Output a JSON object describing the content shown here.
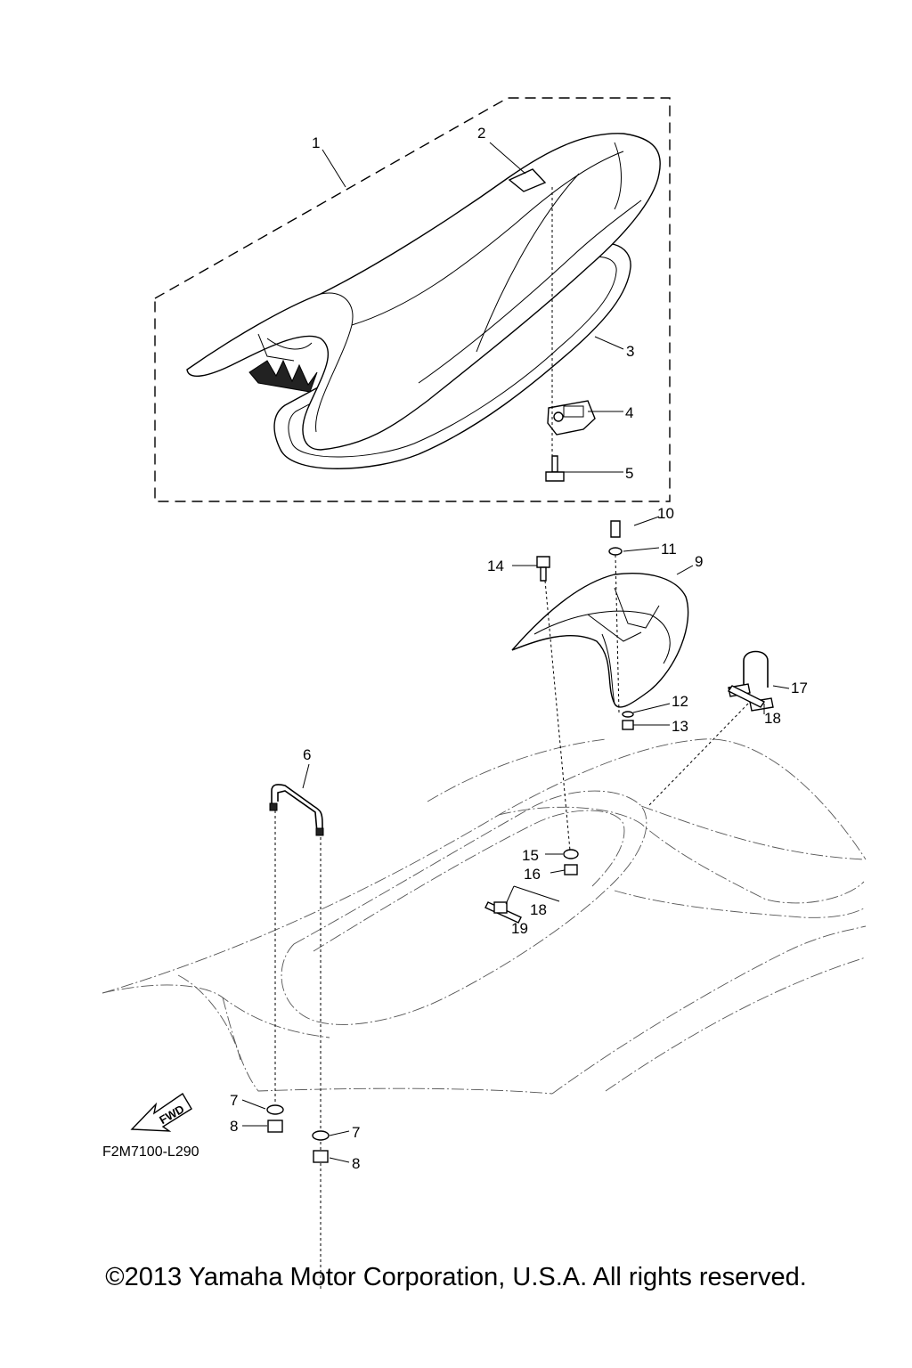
{
  "diagram": {
    "reference_code": "F2M7100-L290",
    "fwd_label": "FWD",
    "copyright": "©2013 Yamaha Motor Corporation, U.S.A. All rights reserved.",
    "callouts": {
      "c1": "1",
      "c2": "2",
      "c3": "3",
      "c4": "4",
      "c5": "5",
      "c6": "6",
      "c7a": "7",
      "c7b": "7",
      "c8a": "8",
      "c8b": "8",
      "c9": "9",
      "c10": "10",
      "c11": "11",
      "c12": "12",
      "c13": "13",
      "c14": "14",
      "c15": "15",
      "c16": "16",
      "c17": "17",
      "c18a": "18",
      "c18b": "18",
      "c19": "19"
    }
  }
}
